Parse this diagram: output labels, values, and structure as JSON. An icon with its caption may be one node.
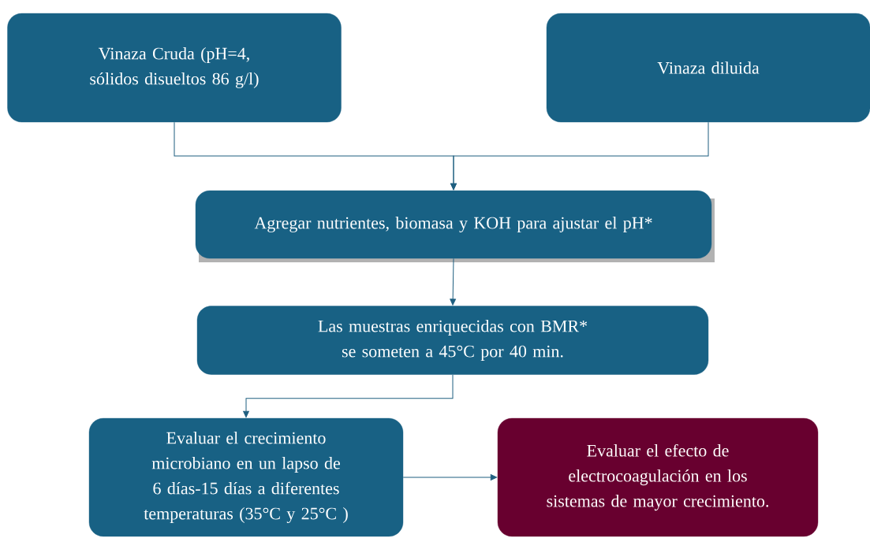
{
  "diagram": {
    "nodes": [
      {
        "text": [
          "Vinaza Cruda (pH=4, sólidos disueltos 86 g/l)"
        ]
      },
      {
        "text": [
          "Vinaza diluida"
        ]
      },
      {
        "text": [
          "Agregar nutrientes, biomasa y KOH para ajustar el pH*"
        ]
      },
      {
        "text": [
          "Las muestras enriquecidas con BMR* se someten a 45°C por 40 min."
        ]
      },
      {
        "text": [
          "Evaluar el crecimiento microbiano en un lapso de 6 días-15 días a diferentes temperaturas (35°C y 25°C )"
        ]
      },
      {
        "text": [
          "Evaluar el efecto de electrocoagulación en los sistemas de mayor crecimiento."
        ]
      }
    ],
    "edges": [
      {
        "from": 0,
        "to": 2,
        "arrow": "to"
      },
      {
        "from": 1,
        "to": 2,
        "arrow": "to"
      },
      {
        "from": 2,
        "to": 3,
        "arrow": "to"
      },
      {
        "from": 3,
        "to": 4,
        "arrow": "to"
      },
      {
        "from": 4,
        "to": 5,
        "arrow": "to"
      }
    ]
  }
}
